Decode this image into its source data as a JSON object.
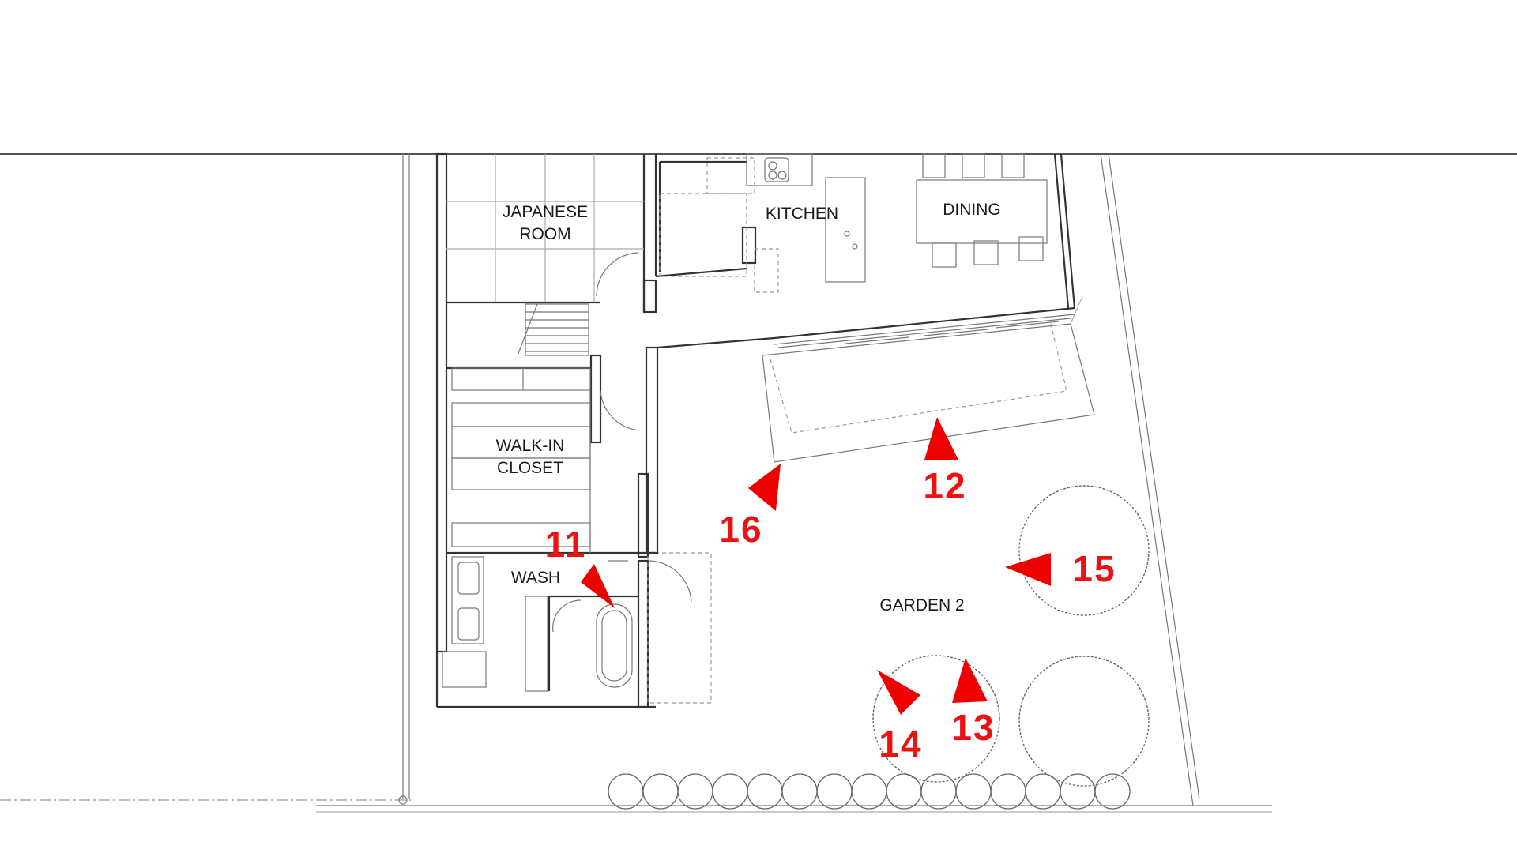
{
  "rooms": {
    "japanese_room_line1": "JAPANESE",
    "japanese_room_line2": "ROOM",
    "kitchen": "KITCHEN",
    "dining": "DINING",
    "walkin_line1": "WALK-IN",
    "walkin_line2": "CLOSET",
    "wash": "WASH",
    "garden": "GARDEN 2"
  },
  "viewpoints": [
    {
      "id": "11",
      "label": "11",
      "direction": "down-right"
    },
    {
      "id": "12",
      "label": "12",
      "direction": "up"
    },
    {
      "id": "13",
      "label": "13",
      "direction": "up"
    },
    {
      "id": "14",
      "label": "14",
      "direction": "up-left"
    },
    {
      "id": "15",
      "label": "15",
      "direction": "left"
    },
    {
      "id": "16",
      "label": "16",
      "direction": "up-right"
    }
  ],
  "colors": {
    "marker": "#ee0000",
    "walls": "#333333",
    "background": "#ffffff"
  }
}
